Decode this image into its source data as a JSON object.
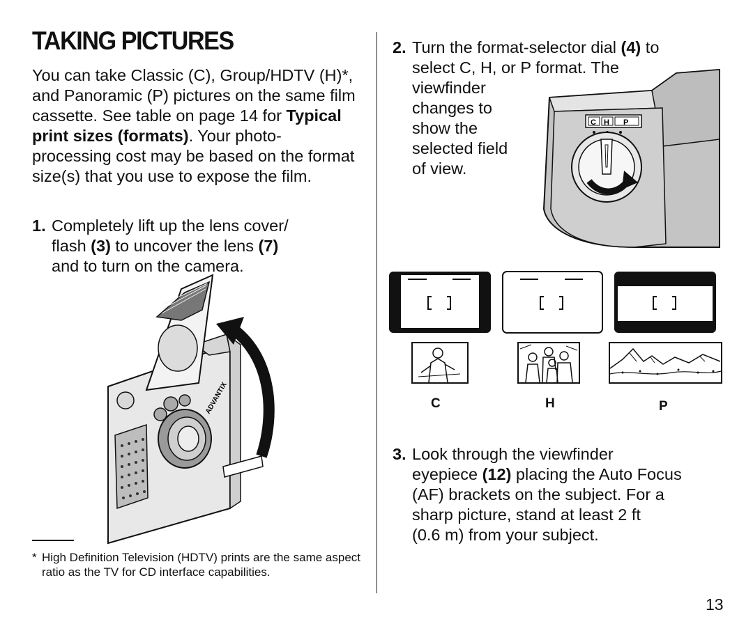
{
  "page": {
    "title": "TAKING PICTURES",
    "page_number": "13"
  },
  "intro": {
    "text_1": "You can take Classic (C), Group/HDTV (H)*, and Panoramic (P) pictures on the same film cassette. See table on page 14 for ",
    "bold": "Typical print sizes (formats)",
    "text_2": ". Your photo-processing cost may be based on the format size(s) that you use to expose the film."
  },
  "steps": [
    {
      "number": "1.",
      "text_a": "Completely lift up the lens cover/\nflash ",
      "ref_a": "(3)",
      "text_b": " to uncover the lens ",
      "ref_b": "(7)",
      "text_c": "\nand to turn on the camera."
    },
    {
      "number": "2.",
      "text_a": "Turn the format-selector dial ",
      "ref_a": "(4)",
      "text_b": " to\nselect C, H, or P format. The\nviewfinder\nchanges to\nshow the\nselected field\nof view."
    },
    {
      "number": "3.",
      "text_a": "Look through the viewfinder\neyepiece ",
      "ref_a": "(12)",
      "text_b": " placing the Auto Focus\n(AF) brackets on the subject. For a\nsharp picture, stand at least 2 ft\n(0.6 m) from your subject."
    }
  ],
  "footnote": {
    "marker": "*",
    "text": "High Definition Television (HDTV) prints are the same aspect ratio as the TV for CD interface capabilities."
  },
  "dial": {
    "labels": [
      "C",
      "H",
      "P"
    ]
  },
  "formats": [
    {
      "label": "C",
      "icon": "portrait-photo-icon"
    },
    {
      "label": "H",
      "icon": "group-photo-icon"
    },
    {
      "label": "P",
      "icon": "panorama-photo-icon"
    }
  ],
  "camera": {
    "brand_text": "ADVANTIX"
  }
}
